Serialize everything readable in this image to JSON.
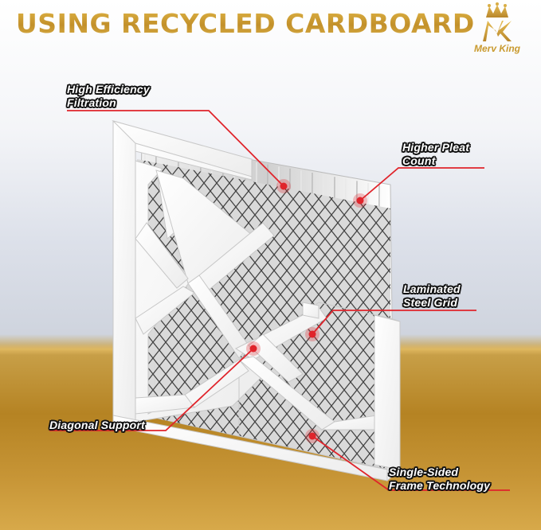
{
  "headline": "USING RECYCLED CARDBOARD",
  "brand": {
    "name": "Merv King",
    "monogram": "MK",
    "gold": "#c99a2e"
  },
  "callouts": {
    "high_efficiency": {
      "line1": "High Efficiency",
      "line2": "Filtration"
    },
    "higher_pleat": {
      "line1": "Higher Pleat",
      "line2": "Count"
    },
    "laminated_grid": {
      "line1": "Laminated",
      "line2": "Steel Grid"
    },
    "diagonal_support": {
      "line1": "Diagonal Support"
    },
    "single_sided": {
      "line1": "Single-Sided",
      "line2": "Frame Technology"
    }
  },
  "colors": {
    "accent_red": "#e0242b",
    "frame_white": "#f6f6f6",
    "floor_gold": "#b58323"
  }
}
